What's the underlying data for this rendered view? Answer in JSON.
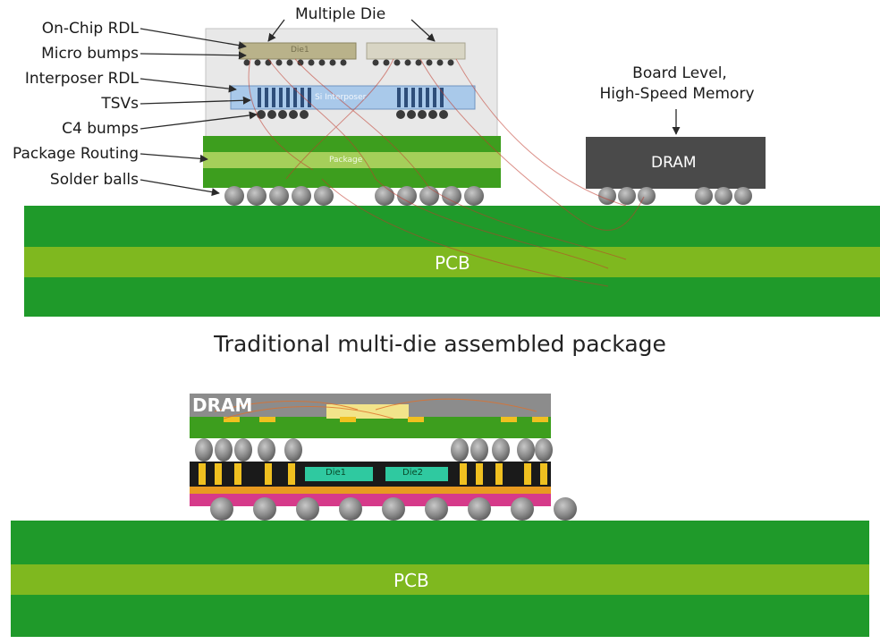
{
  "top_diagram": {
    "callouts": {
      "on_chip_rdl": "On-Chip RDL",
      "micro_bumps": "Micro bumps",
      "interposer_rdl": "Interposer RDL",
      "tsvs": "TSVs",
      "c4_bumps": "C4 bumps",
      "package_routing": "Package Routing",
      "solder_balls": "Solder balls"
    },
    "multiple_die": "Multiple Die",
    "board_level_line1": "Board Level,",
    "board_level_line2": "High-Speed Memory",
    "dram_label": "DRAM",
    "pcb_label": "PCB",
    "die1_label": "Die1",
    "interposer_label": "Si Interposer",
    "package_label": "Package"
  },
  "caption": "Traditional multi-die assembled package",
  "bottom_diagram": {
    "dram_label": "DRAM",
    "die1_label": "Die1",
    "die2_label": "Die2",
    "pcb_label": "PCB"
  },
  "colors": {
    "pcb_dark_green": "#1f9a2a",
    "pcb_light_band": "#7fb81f",
    "package_green": "#3d9e1e",
    "dram_dark": "#4a4a4a",
    "interposer_blue": "#9cc3e8",
    "ball_gray": "#8a8a8a",
    "trace_red": "#c0392b",
    "pink_layer": "#d63a8a",
    "die_teal": "#2fc9a0",
    "tsv_yellow": "#f0c020"
  }
}
